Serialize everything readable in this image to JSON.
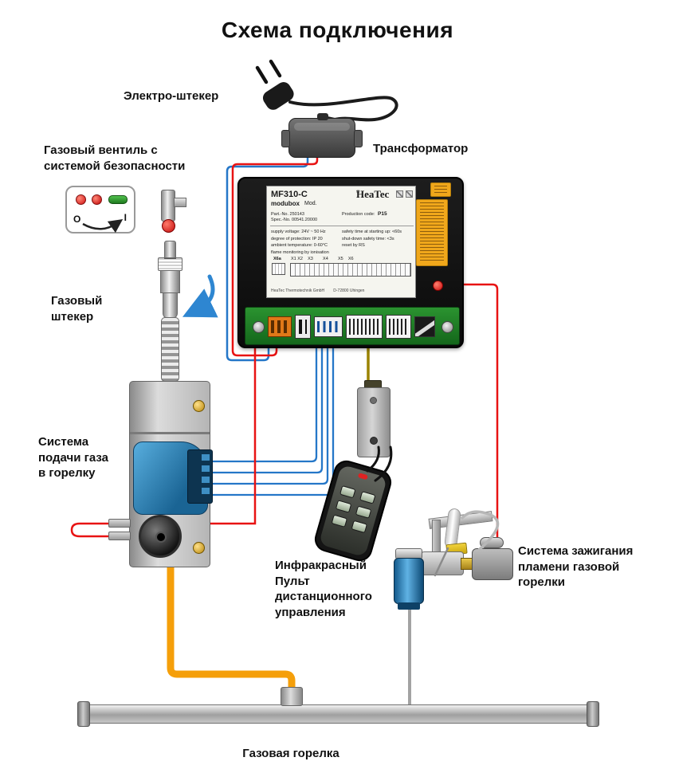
{
  "title": "Схема подключения",
  "labels": {
    "electro_plug": "Электро-штекер",
    "transformer": "Трансформатор",
    "gas_valve": "Газовый вентиль с\nсистемой безопасности",
    "gas_plug": "Газовый\nштекер",
    "gas_supply": "Система\nподачи газа\nв горелку",
    "remote": "Инфракрасный\nПульт\nдистанционного\nуправления",
    "ignition": "Система зажигания\nпламени газовой\nгорелки",
    "burner": "Газовая горелка"
  },
  "control_unit": {
    "model": "MF310-C",
    "series": "modubox",
    "mod": "Mod.",
    "brand": "HeaTec",
    "brand_reg": "®",
    "part_no": "Part.-No. 250143",
    "spec_no": "Spec.-No. 00541.20000",
    "production_code_label": "Production code:",
    "production_code_value": "P15",
    "specs_left": "supply voltage: 24V ~ 50 Hz\ndegree of protection: IP 20\nambient temperature: 0-60°C\nflame monitoring by ionisation",
    "specs_right": "safety time at starting up: <60s\nshut-down safety time: <3s\nreset by RS",
    "x6a_label": "X6a",
    "terminals_row": "X1 X2    X3        X4        X5    X6",
    "footer": "HeaTec Thermotechnik GmbH        D-72800 Uhingen"
  },
  "valve_panel": {
    "off": "O",
    "on": "I"
  },
  "colors": {
    "wire_red": "#e81313",
    "wire_blue": "#2577c8",
    "wire_orange": "#f59f0a",
    "pcb_green": "#1f8024",
    "sticker_yellow": "#f0a71b"
  }
}
